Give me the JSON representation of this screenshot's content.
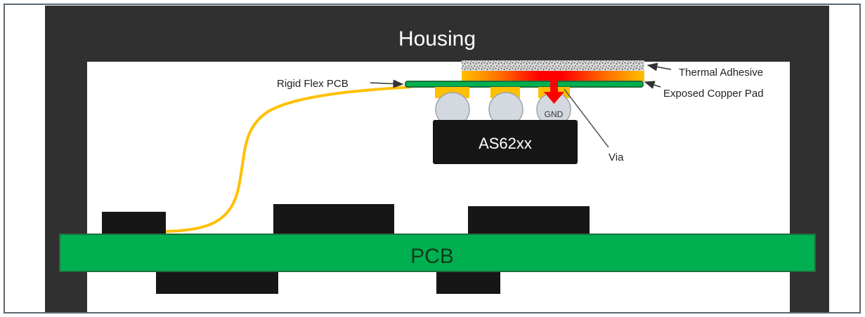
{
  "diagram": {
    "housing_label": "Housing",
    "pcb_label": "PCB",
    "chip_label": "AS62xx",
    "gnd_label": "GND",
    "rigid_flex_label": "Rigid Flex PCB",
    "thermal_adhesive_label": "Thermal Adhesive",
    "exposed_copper_label": "Exposed Copper Pad",
    "via_label": "Via"
  },
  "colors": {
    "housing": "#303030",
    "pcb_green": "#00b050",
    "pcb_border": "#1f6e3a",
    "component_black": "#161616",
    "flex_yellow": "#ffc000",
    "pad_yellow": "#ffc000",
    "heat_red": "#ff0000",
    "solder_ball": "#d3d9df",
    "frame_border": "#5b6770"
  }
}
